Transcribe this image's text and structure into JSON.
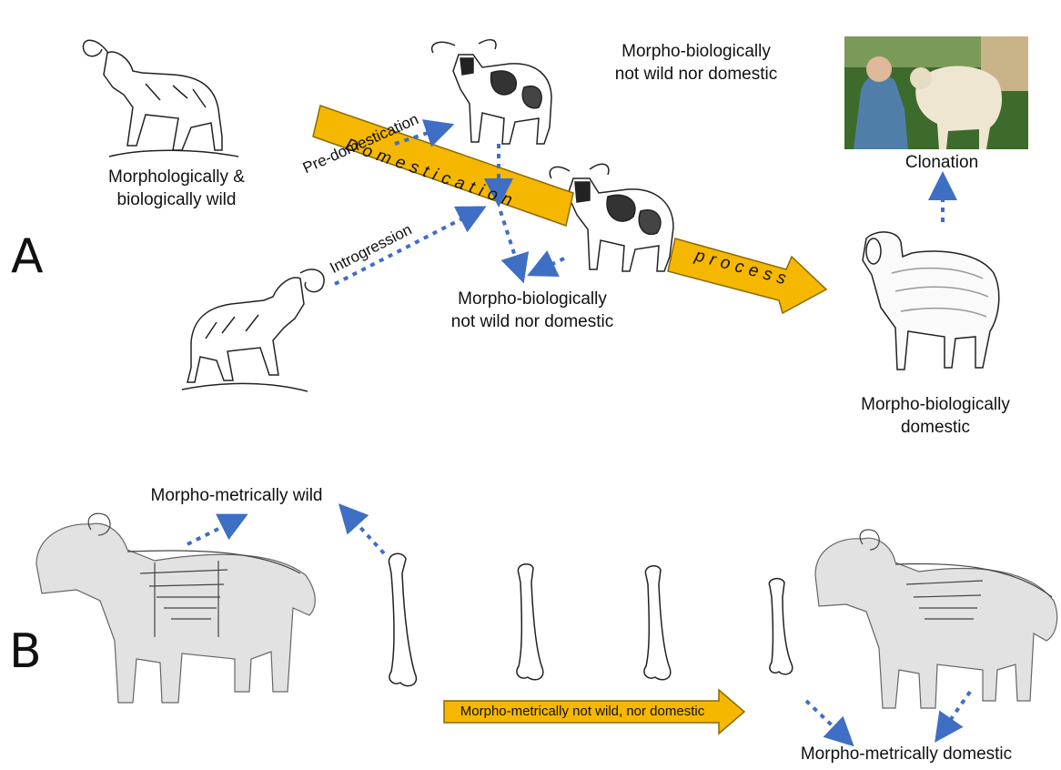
{
  "panelA": {
    "letter": "A",
    "wild_label_1": "Morphologically &",
    "wild_label_2": "biologically wild",
    "pre_domestication": "Pre-domestication",
    "domestication": "Domestication",
    "process": "process",
    "introgression": "Introgression",
    "top_intermediate_1": "Morpho-biologically",
    "top_intermediate_2": "not wild nor domestic",
    "mid_intermediate_1": "Morpho-biologically",
    "mid_intermediate_2": "not wild nor domestic",
    "domestic_1": "Morpho-biologically",
    "domestic_2": "domestic",
    "clonation": "Clonation"
  },
  "panelB": {
    "letter": "B",
    "wild": "Morpho-metrically wild",
    "intermediate": "Morpho-metrically not wild, nor domestic",
    "domestic": "Morpho-metrically domestic"
  },
  "colors": {
    "arrow_fill": "#F5B700",
    "arrow_stroke": "#8A6A00",
    "dotted": "#3F6FC4",
    "skeleton_shade": "#E2E2E2"
  }
}
